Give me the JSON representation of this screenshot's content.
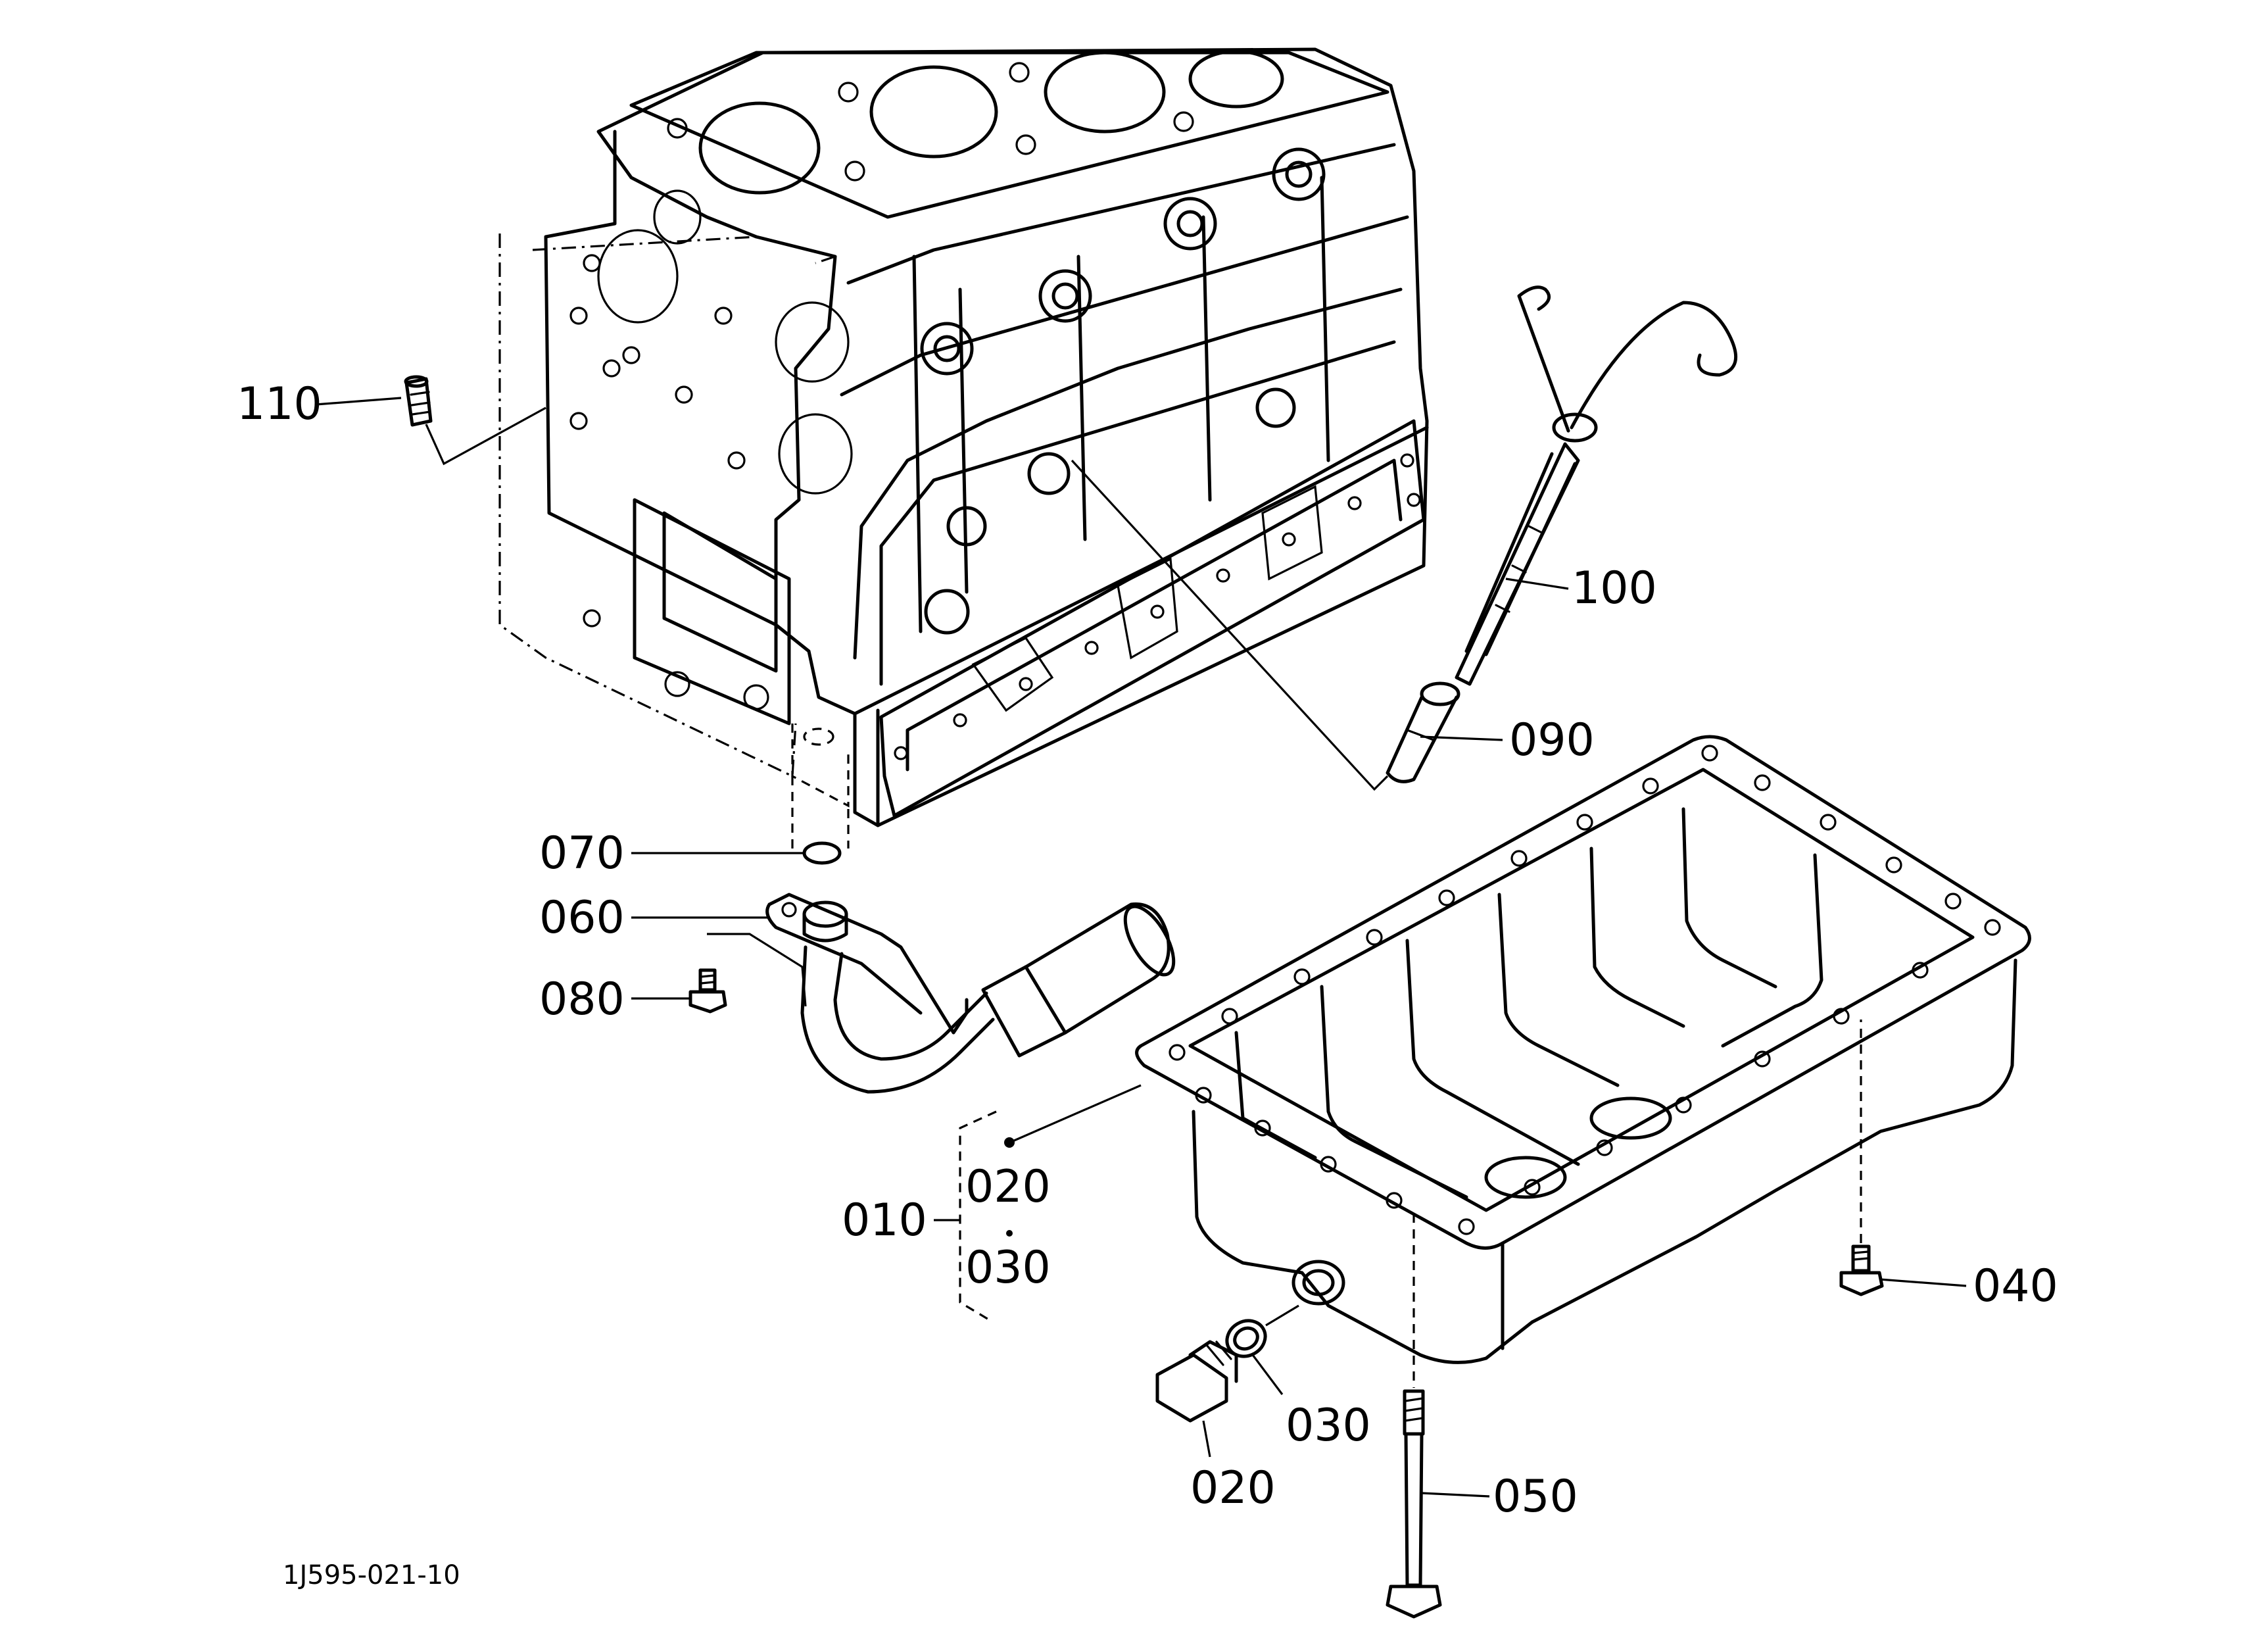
{
  "diagram": {
    "drawing_number": "1J595-021-10",
    "callouts": {
      "c110": "110",
      "c100": "100",
      "c090": "090",
      "c070": "070",
      "c060": "060",
      "c080": "080",
      "c010": "010",
      "c020_set": "020",
      "c030_set": "030",
      "c040": "040",
      "c030": "030",
      "c020": "020",
      "c050": "050"
    },
    "colors": {
      "line": "#000000",
      "background": "#ffffff"
    }
  }
}
